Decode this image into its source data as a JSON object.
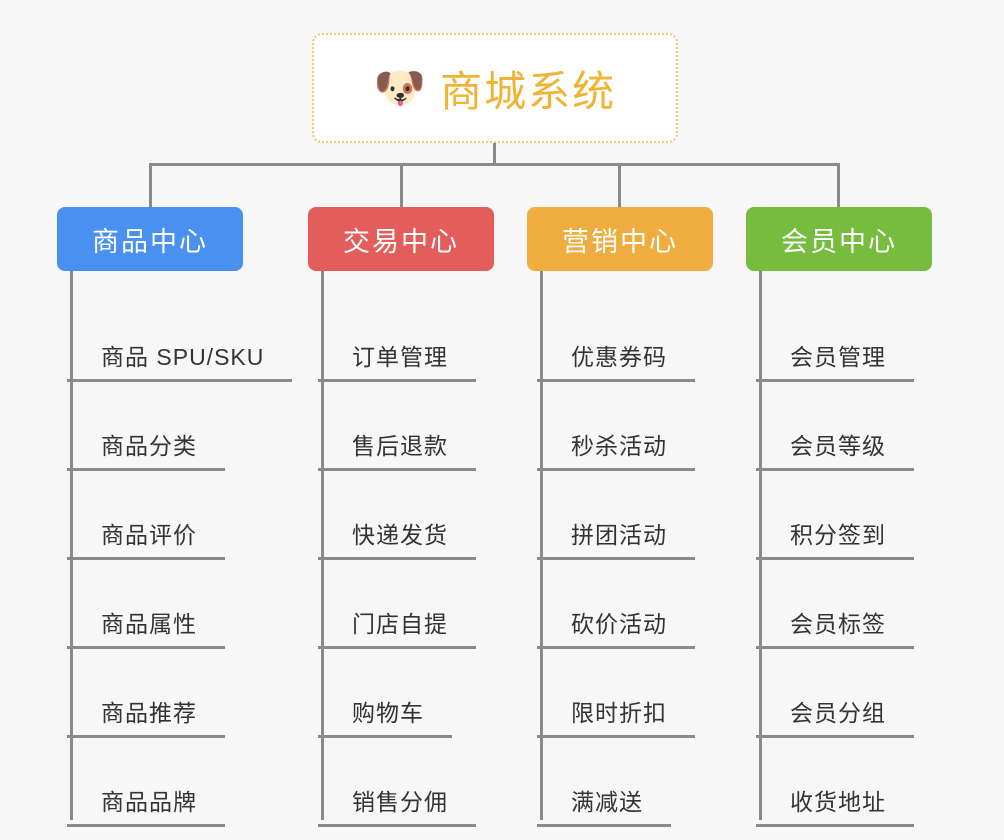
{
  "diagram": {
    "type": "organization-tree",
    "background_color": "#f7f7f7",
    "root": {
      "title": "商城系统",
      "icon": "shiba-dog-face-icon",
      "icon_glyph": "🐶",
      "text_color": "#f0b434",
      "border_color": "#f0c674",
      "border_style": "dotted"
    },
    "connector_color": "#8a8a8a",
    "categories": [
      {
        "label": "商品中心",
        "color": "#4a90f0",
        "items": [
          "商品 SPU/SKU",
          "商品分类",
          "商品评价",
          "商品属性",
          "商品推荐",
          "商品品牌"
        ]
      },
      {
        "label": "交易中心",
        "color": "#e35d5b",
        "items": [
          "订单管理",
          "售后退款",
          "快递发货",
          "门店自提",
          "购物车",
          "销售分佣"
        ]
      },
      {
        "label": "营销中心",
        "color": "#eead3e",
        "items": [
          "优惠券码",
          "秒杀活动",
          "拼团活动",
          "砍价活动",
          "限时折扣",
          "满减送"
        ]
      },
      {
        "label": "会员中心",
        "color": "#76bd3f",
        "items": [
          "会员管理",
          "会员等级",
          "积分签到",
          "会员标签",
          "会员分组",
          "收货地址"
        ]
      }
    ]
  }
}
